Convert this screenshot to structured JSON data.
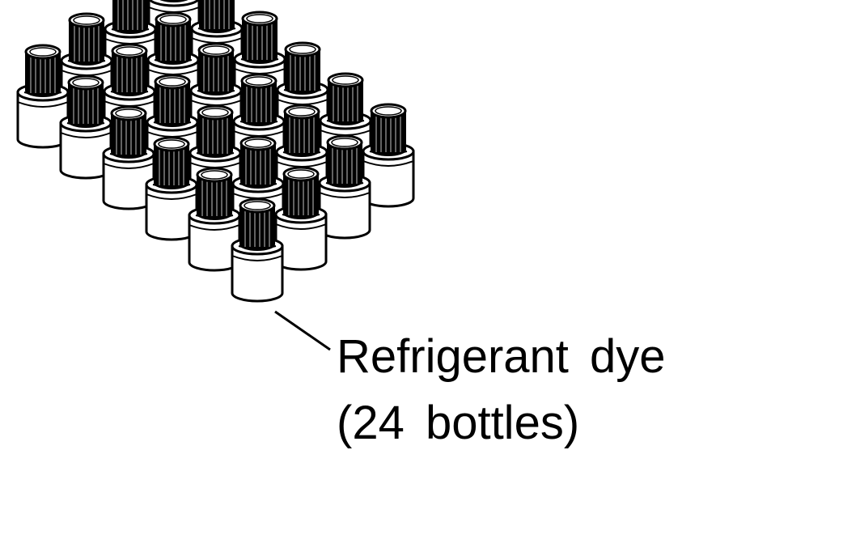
{
  "figure": {
    "caption_lines": [
      "Refrigerant  dye",
      "(24  bottles)"
    ],
    "bottle_count": 24,
    "ink_color": "#000000",
    "paper_color": "#ffffff"
  }
}
